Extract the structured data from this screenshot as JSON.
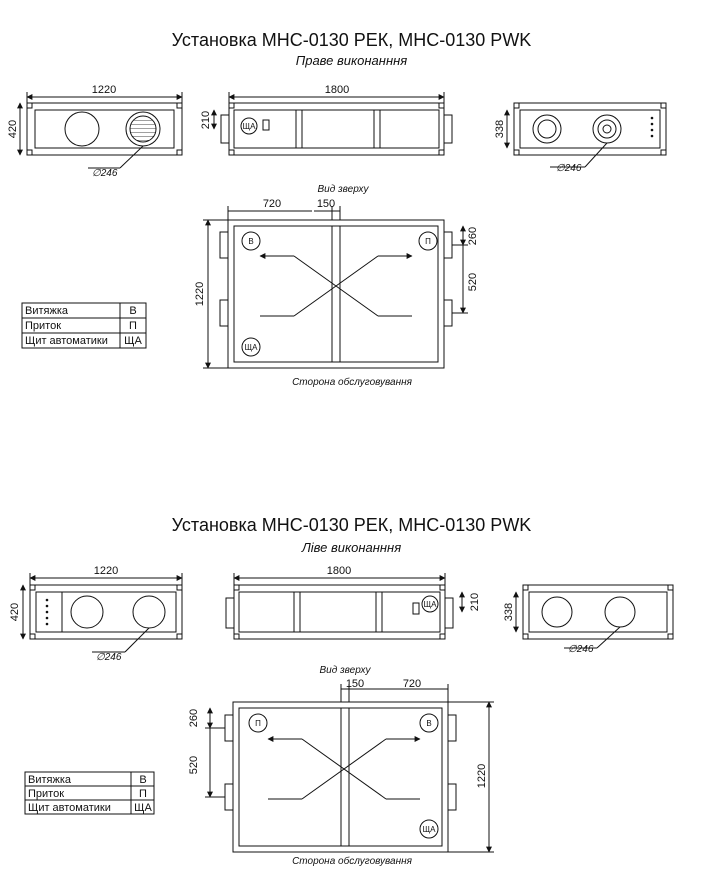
{
  "top": {
    "title": "Установка МНС-0130 РЕК, МНС-0130 PWK",
    "subtitle": "Праве виконанння",
    "dims": {
      "front_width": "1220",
      "front_height": "420",
      "front_diameter": "∅246",
      "side_length": "1800",
      "side_offset": "210",
      "back_height": "338",
      "back_diameter": "∅246",
      "plan_a": "720",
      "plan_b": "150",
      "plan_depth": "1220",
      "plan_c": "260",
      "plan_d": "520"
    },
    "view_top_label": "Вид зверху",
    "service_side_label": "Сторона обслуговування",
    "markers": {
      "exhaust": "В",
      "supply": "П",
      "panel": "ЩА"
    }
  },
  "bottom": {
    "title": "Установка МНС-0130 РЕК, МНС-0130 PWK",
    "subtitle": "Ліве виконанння",
    "dims": {
      "front_width": "1220",
      "front_height": "420",
      "front_diameter": "∅246",
      "side_length": "1800",
      "side_offset": "210",
      "back_height": "338",
      "back_diameter": "∅246",
      "plan_a": "720",
      "plan_b": "150",
      "plan_depth": "1220",
      "plan_c": "260",
      "plan_d": "520"
    },
    "view_top_label": "Вид зверху",
    "service_side_label": "Сторона обслуговування",
    "markers": {
      "exhaust": "В",
      "supply": "П",
      "panel": "ЩА"
    }
  },
  "legend": [
    {
      "label": "Витяжка",
      "code": "В"
    },
    {
      "label": "Приток",
      "code": "П"
    },
    {
      "label": "Щит автоматики",
      "code": "ЩА"
    }
  ]
}
